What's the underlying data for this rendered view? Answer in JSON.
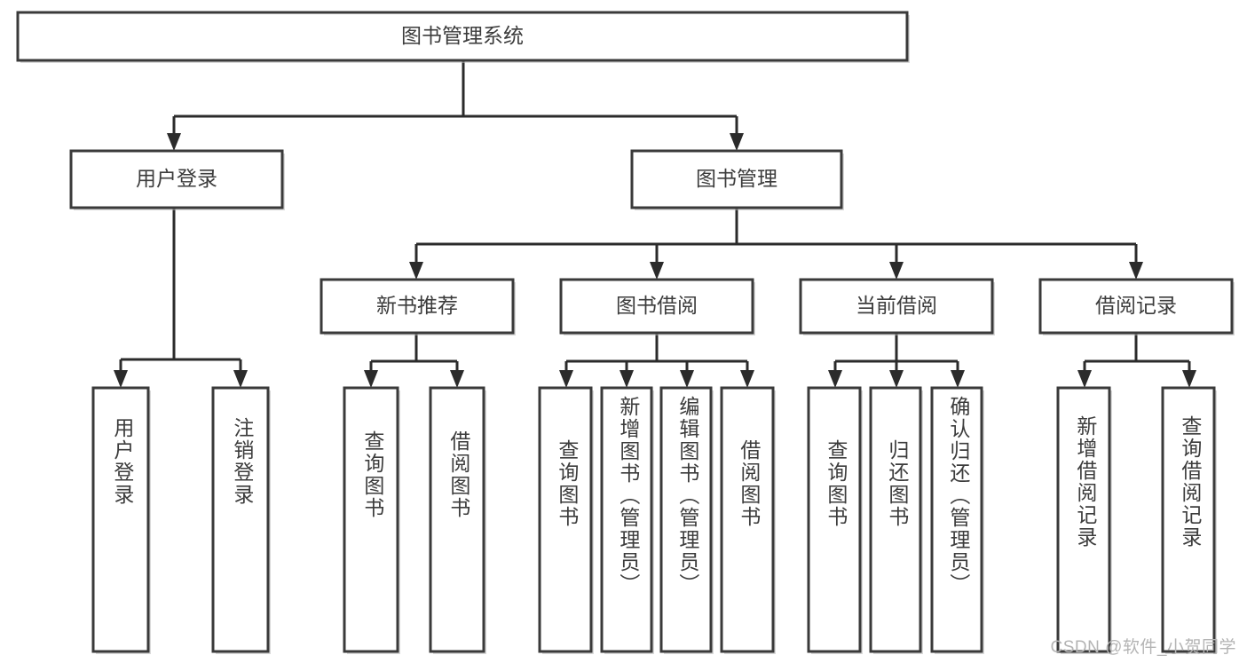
{
  "diagram": {
    "type": "tree-hierarchy",
    "title": "图书管理系统",
    "watermark": "CSDN @软件_小贺同学",
    "colors": {
      "box_border": "#3a3a3a",
      "box_fill": "#ffffff",
      "connector": "#2b2b2b",
      "text": "#3c3c3c",
      "watermark": "#b4b4b4",
      "background": "#ffffff"
    },
    "levels": [
      {
        "level": 1,
        "nodes": [
          {
            "id": "root",
            "label": "图书管理系统",
            "orientation": "horizontal"
          }
        ]
      },
      {
        "level": 2,
        "nodes": [
          {
            "id": "user-login",
            "label": "用户登录",
            "orientation": "horizontal",
            "parent": "root"
          },
          {
            "id": "book-manage",
            "label": "图书管理",
            "orientation": "horizontal",
            "parent": "root"
          }
        ]
      },
      {
        "level": 3,
        "nodes": [
          {
            "id": "new-book-rec",
            "label": "新书推荐",
            "orientation": "horizontal",
            "parent": "book-manage"
          },
          {
            "id": "book-borrow",
            "label": "图书借阅",
            "orientation": "horizontal",
            "parent": "book-manage"
          },
          {
            "id": "current-borrow",
            "label": "当前借阅",
            "orientation": "horizontal",
            "parent": "book-manage"
          },
          {
            "id": "borrow-record",
            "label": "借阅记录",
            "orientation": "horizontal",
            "parent": "book-manage"
          }
        ]
      },
      {
        "level": 4,
        "nodes": [
          {
            "id": "leaf-user-login",
            "label": "用户登录",
            "orientation": "vertical",
            "parent": "user-login"
          },
          {
            "id": "leaf-logout",
            "label": "注销登录",
            "orientation": "vertical",
            "parent": "user-login"
          },
          {
            "id": "leaf-query-book-1",
            "label": "查询图书",
            "orientation": "vertical",
            "parent": "new-book-rec"
          },
          {
            "id": "leaf-borrow-book-1",
            "label": "借阅图书",
            "orientation": "vertical",
            "parent": "new-book-rec"
          },
          {
            "id": "leaf-query-book-2",
            "label": "查询图书",
            "orientation": "vertical",
            "parent": "book-borrow"
          },
          {
            "id": "leaf-add-book",
            "label": "新增图书（管理员）",
            "orientation": "vertical",
            "parent": "book-borrow"
          },
          {
            "id": "leaf-edit-book",
            "label": "编辑图书（管理员）",
            "orientation": "vertical",
            "parent": "book-borrow"
          },
          {
            "id": "leaf-borrow-book-2",
            "label": "借阅图书",
            "orientation": "vertical",
            "parent": "book-borrow"
          },
          {
            "id": "leaf-query-book-3",
            "label": "查询图书",
            "orientation": "vertical",
            "parent": "current-borrow"
          },
          {
            "id": "leaf-return-book",
            "label": "归还图书",
            "orientation": "vertical",
            "parent": "current-borrow"
          },
          {
            "id": "leaf-confirm-return",
            "label": "确认归还（管理员）",
            "orientation": "vertical",
            "parent": "current-borrow"
          },
          {
            "id": "leaf-add-record",
            "label": "新增借阅记录",
            "orientation": "vertical",
            "parent": "borrow-record"
          },
          {
            "id": "leaf-query-record",
            "label": "查询借阅记录",
            "orientation": "vertical",
            "parent": "borrow-record"
          }
        ]
      }
    ]
  }
}
